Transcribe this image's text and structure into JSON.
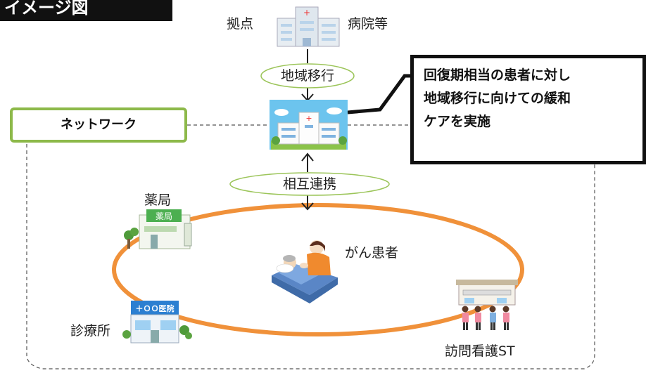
{
  "header": {
    "title": "イメージ図"
  },
  "hub": {
    "left_label": "拠点",
    "right_label": "病院等"
  },
  "links": {
    "regional_transition": "地域移行",
    "mutual_cooperation": "相互連携"
  },
  "network": {
    "label": "ネットワーク"
  },
  "callout": {
    "lines": [
      "回復期相当の患者に対し",
      "地域移行に向けての緩和",
      "ケアを実施"
    ]
  },
  "nodes": {
    "pharmacy": "薬局",
    "patient": "がん患者",
    "clinic": "診療所",
    "nursing": "訪問看護ST"
  },
  "signs": {
    "pharmacy": "薬局",
    "clinic": "＋ＯＯ医院"
  },
  "colors": {
    "ring": "#f0913a",
    "network_border": "#8db94a",
    "oval_border": "#9cc55a",
    "callout_border": "#111111"
  }
}
